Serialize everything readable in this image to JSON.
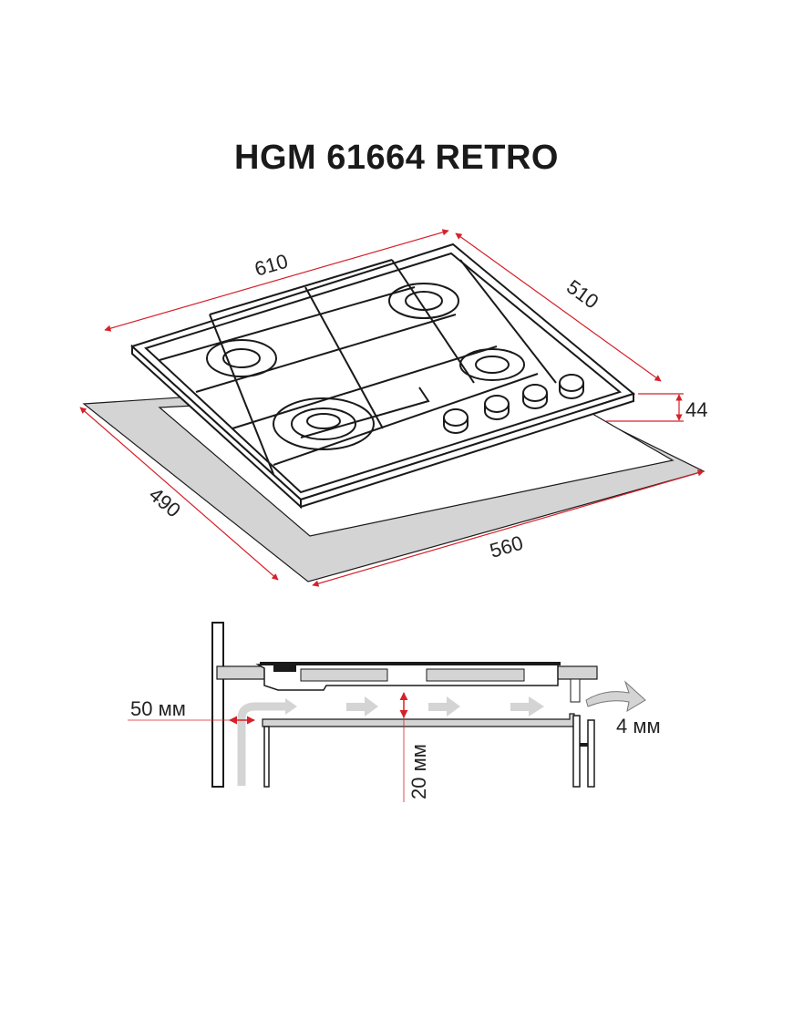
{
  "title": "HGM 61664 RETRO",
  "dimensions": {
    "width": "610",
    "depth": "510",
    "height": "44",
    "cutout_depth": "490",
    "cutout_width": "560"
  },
  "installation": {
    "wall_gap": "50 мм",
    "air_gap": "20 мм",
    "front_gap": "4 мм"
  },
  "colors": {
    "dimension": "#d6202a",
    "fill": "#d4d4d4",
    "line": "#1a1a1a"
  }
}
